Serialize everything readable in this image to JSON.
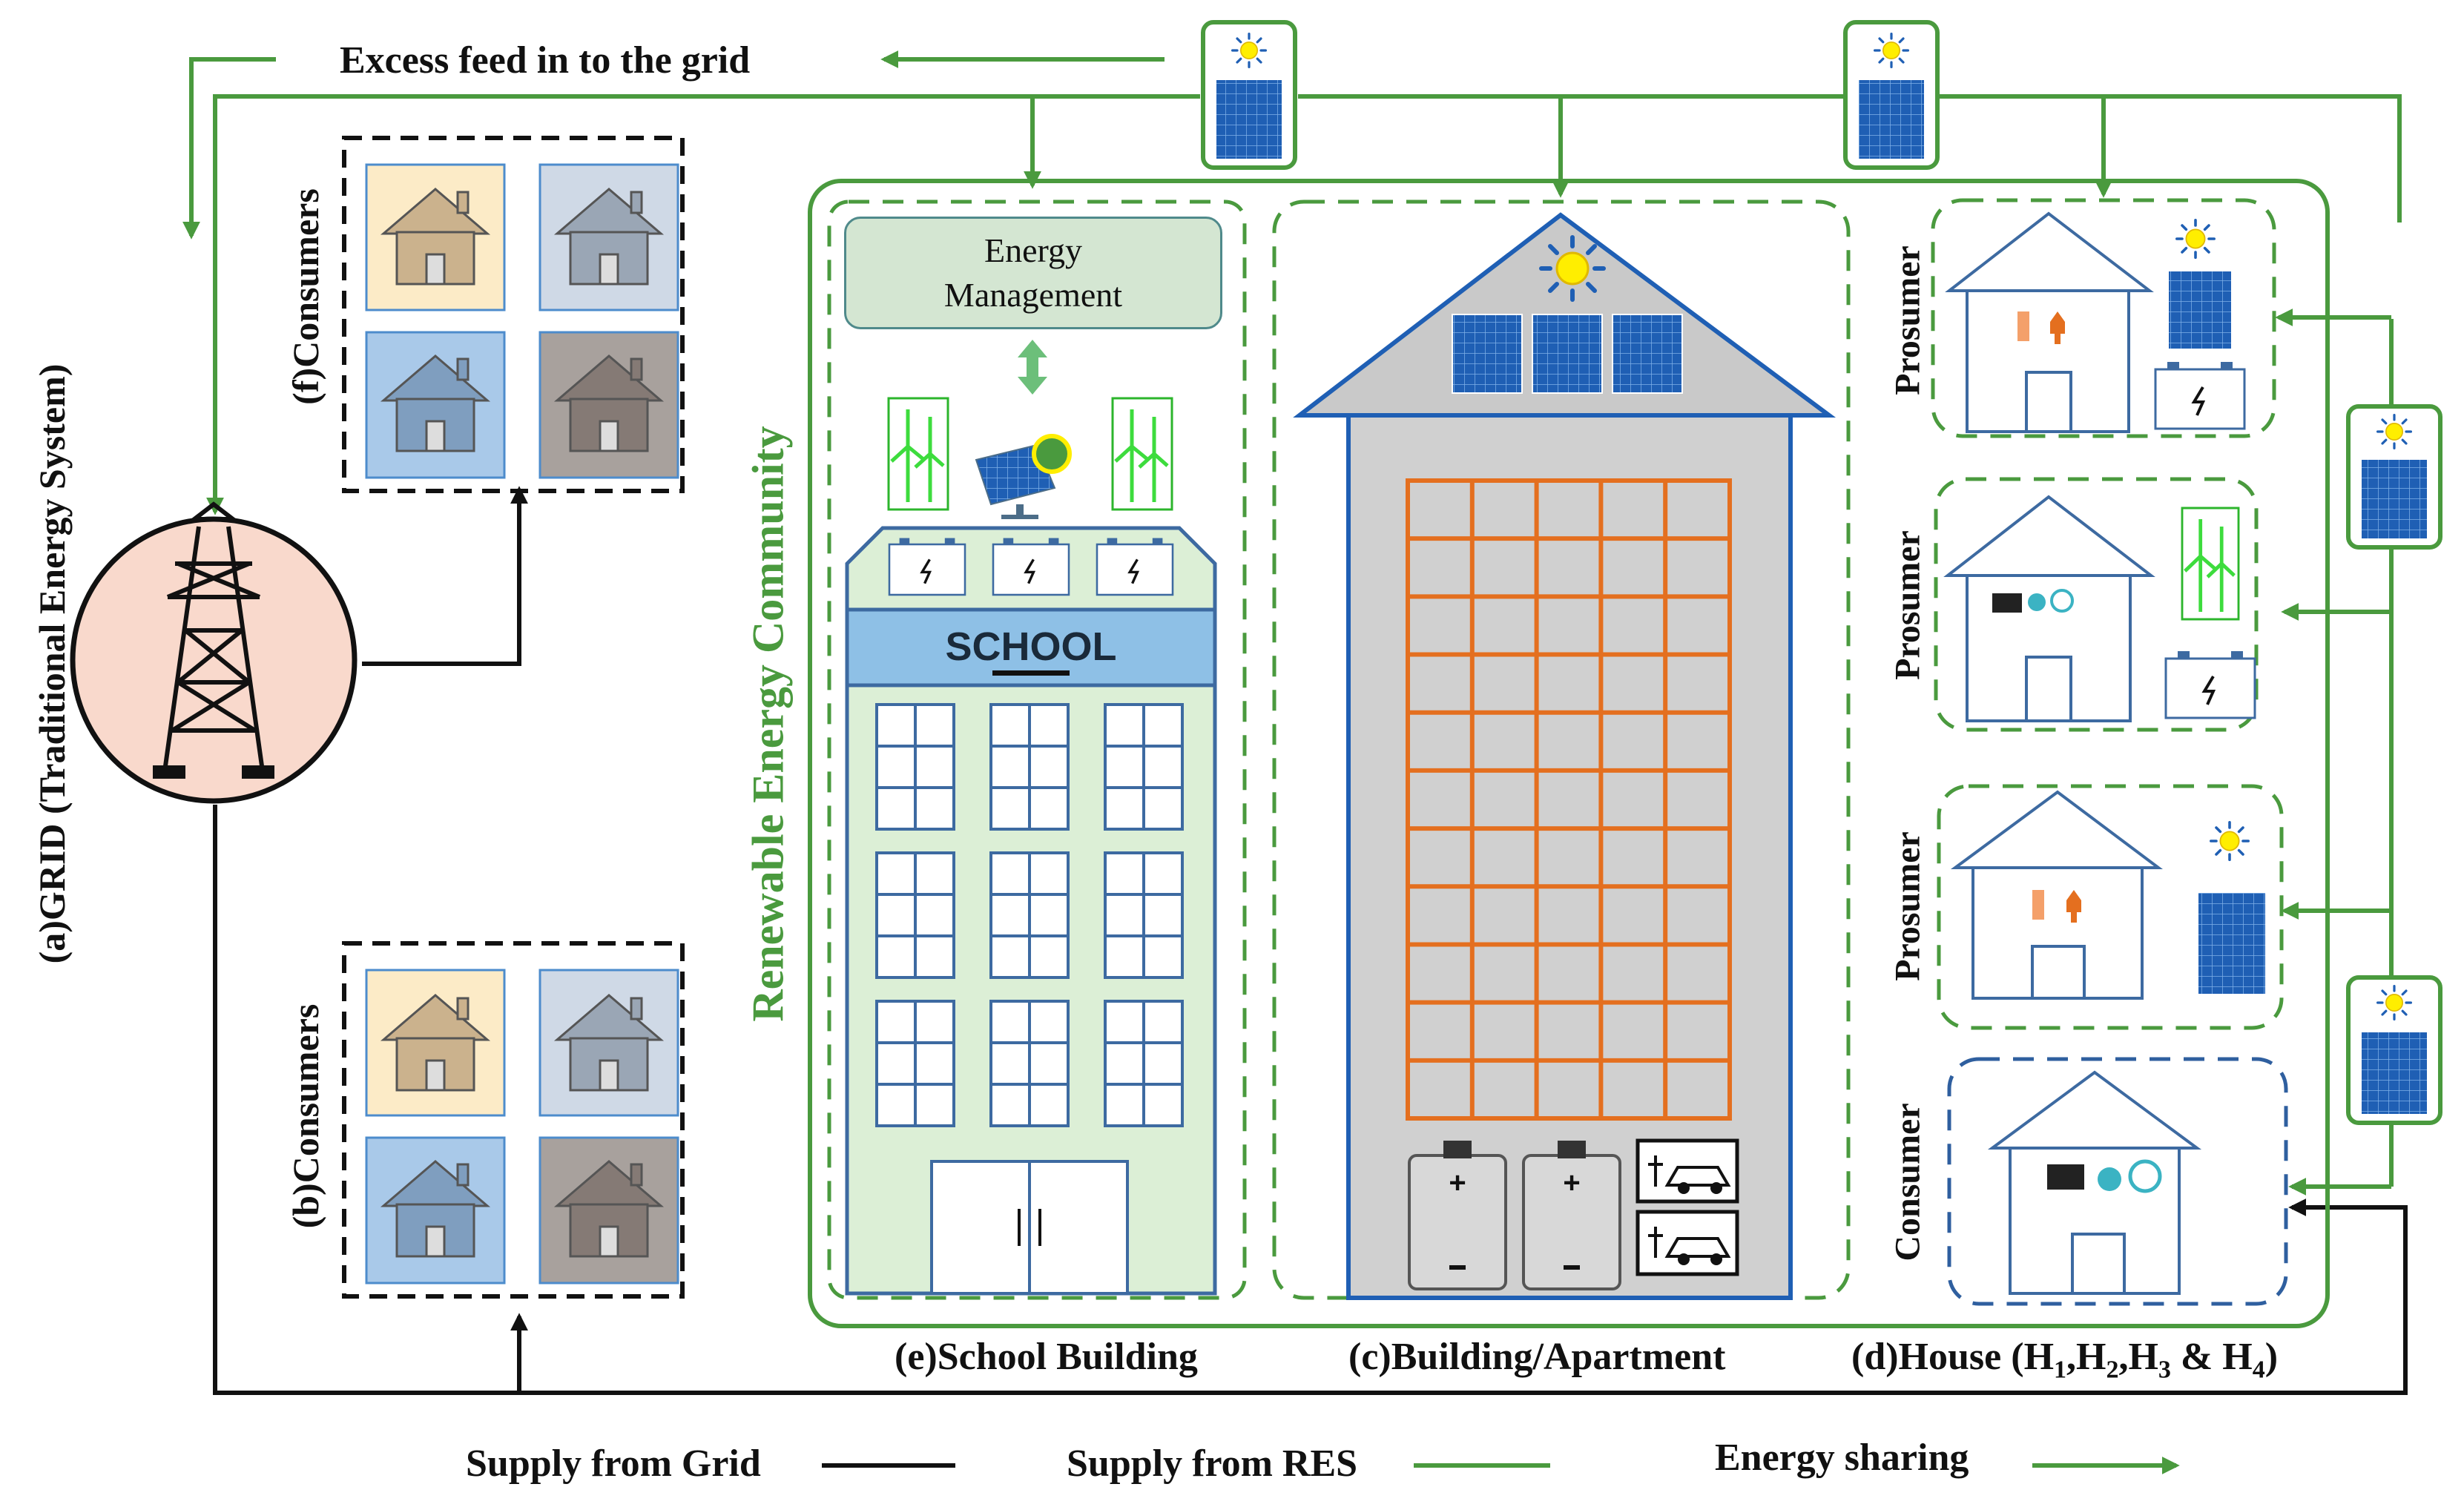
{
  "top_label": "Excess feed in to the grid",
  "grid_label": "(a)GRID (Traditional Energy System)",
  "consumers_top_label": "(f)Consumers",
  "consumers_bottom_label": "(b)Consumers",
  "community_label": "Renewable Energy Community",
  "energy_management": {
    "line1": "Energy",
    "line2": "Management"
  },
  "school_sign": "SCHOOL",
  "captions": {
    "school": "(e)School Building",
    "building": "(c)Building/Apartment",
    "house_prefix": "(d)House (",
    "h1": "H",
    "s1": "1",
    "sep1": ",",
    "h2": "H",
    "s2": "2",
    "sep2": ",",
    "h3": "H",
    "s3": "3",
    "amp": " & ",
    "h4": "H",
    "s4": "4",
    "close": ")"
  },
  "house_roles": [
    "Prosumer",
    "Prosumer",
    "Prosumer",
    "Consumer"
  ],
  "legend": {
    "grid": "Supply from Grid",
    "res": "Supply from RES",
    "sharing": "Energy sharing"
  },
  "colors": {
    "green": "#4a9a3e",
    "grid_line": "#111111",
    "dashed_blue": "#2f5f9f",
    "tower_bg": "#f9d9cc",
    "school_facade": "#dcefd6",
    "school_band": "#8ec0e6",
    "building_gray": "#d0d0d0",
    "window_orange": "#e46f1f",
    "panel_blue": "#1f5fb4",
    "sun_yellow": "#ffee00"
  }
}
